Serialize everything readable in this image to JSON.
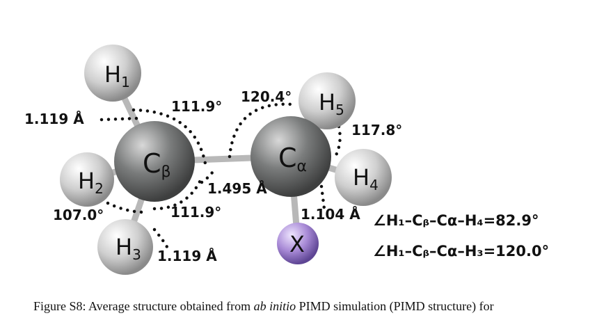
{
  "atoms": {
    "h1": {
      "symbol": "H",
      "index": "1"
    },
    "h2": {
      "symbol": "H",
      "index": "2"
    },
    "h3": {
      "symbol": "H",
      "index": "3"
    },
    "h4": {
      "symbol": "H",
      "index": "4"
    },
    "h5": {
      "symbol": "H",
      "index": "5"
    },
    "cb": {
      "symbol": "C",
      "index": "β"
    },
    "ca": {
      "symbol": "C",
      "index": "α"
    },
    "x": {
      "symbol": "X",
      "index": ""
    }
  },
  "measurements": {
    "angle_h1_cb_ca": "111.9°",
    "angle_ca_top": "120.4°",
    "angle_h4_ca_h5": "117.8°",
    "angle_h2_cb_h3": "107.0°",
    "angle_cb_bottom": "111.9°",
    "bond_h1_cb": "1.119 Å",
    "bond_cb_ca": "1.495 Å",
    "bond_ca_x": "1.104 Å",
    "bond_cb_h3": "1.119 Å"
  },
  "dihedrals": {
    "d1": "∠H₁–Cᵦ–Cα–H₄=82.9°",
    "d2": "∠H₁–Cᵦ–Cα–H₃=120.0°"
  },
  "caption": {
    "prefix": "Figure S8: Average structure obtained from ",
    "italic": "ab initio",
    "suffix": " PIMD simulation (PIMD structure) for"
  },
  "colors": {
    "carbon": "#7a7c7c",
    "hydrogen": "#cfcfcf",
    "x_atom": "#a88ad6",
    "bond": "#b8b8b8"
  }
}
